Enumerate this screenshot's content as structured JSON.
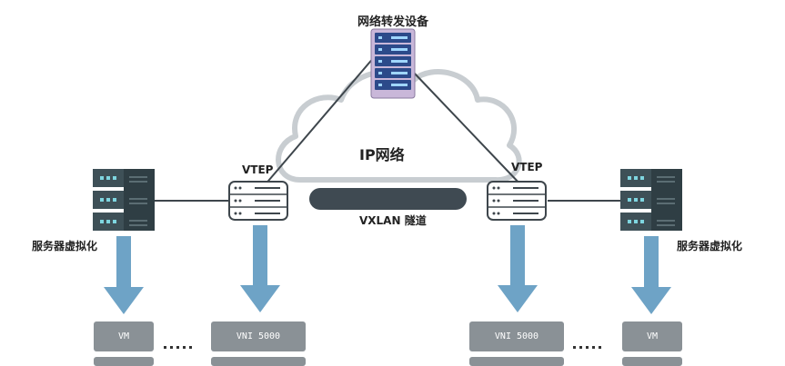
{
  "title": "网络转发设备",
  "ip_network": "IP网络",
  "tunnel": "VXLAN 隧道",
  "vtep_left": "VTEP",
  "vtep_right": "VTEP",
  "server_left": "服务器虚拟化",
  "server_right": "服务器虚拟化",
  "vm_left": "VM",
  "vm_right": "VM",
  "vni_left": "VNI 5000",
  "vni_right": "VNI 5000",
  "colors": {
    "server_dark": "#3e5057",
    "server_light": "#7fd6e0",
    "arrow": "#6ea3c6",
    "cloud_stroke": "#c8cdd1",
    "device_purple": "#c9b7d9",
    "device_blue": "#2c4a8a",
    "tunnel": "#3f4a52",
    "box": "#8a9196"
  }
}
